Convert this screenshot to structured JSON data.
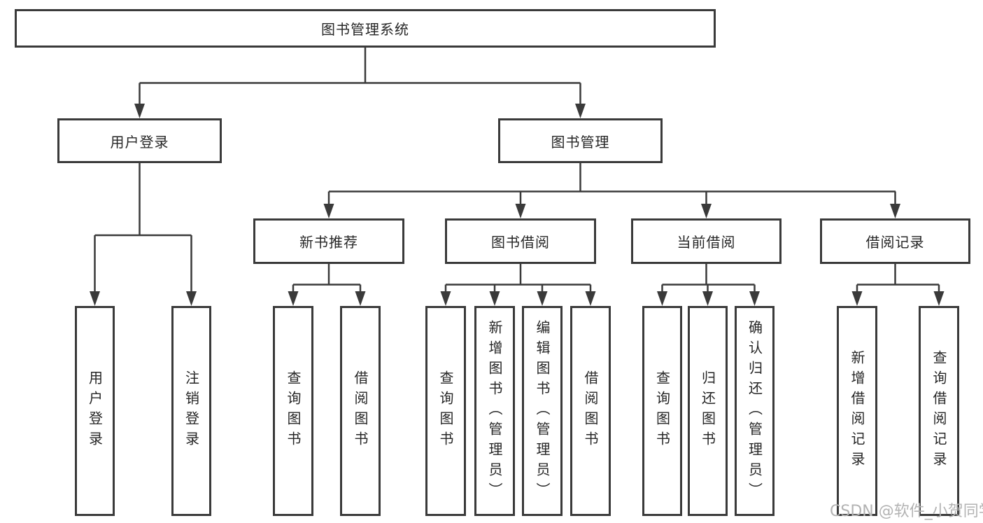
{
  "nodes": {
    "root": "图书管理系统",
    "user_login": "用户登录",
    "book_mgmt": "图书管理",
    "new_books": "新书推荐",
    "book_borrow": "图书借阅",
    "current_borrow": "当前借阅",
    "borrow_records": "借阅记录"
  },
  "leaves": {
    "login": [
      "用户登录",
      "注销登录"
    ],
    "new_books": [
      "查询图书",
      "借阅图书"
    ],
    "book_borrow": [
      "查询图书",
      "新增图书（管理员）",
      "编辑图书（管理员）",
      "借阅图书"
    ],
    "current_borrow": [
      "查询图书",
      "归还图书",
      "确认归还（管理员）"
    ],
    "borrow_records": [
      "新增借阅记录",
      "查询借阅记录"
    ]
  },
  "watermark": "CSDN @软件_小贺同学",
  "colors": {
    "line": "#3a3a3a",
    "text": "#262626",
    "watermark": "#b3b3b3",
    "background": "#ffffff"
  }
}
